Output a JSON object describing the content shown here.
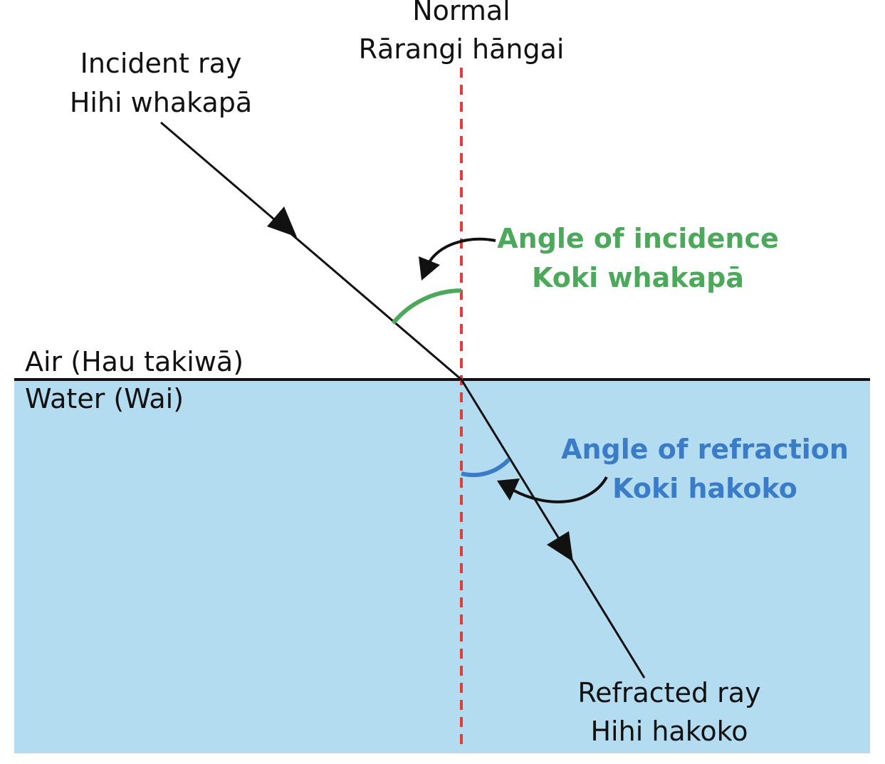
{
  "normal": {
    "label_en": "Normal",
    "label_mi": "Rārangi hāngai",
    "color": "#e03c3c"
  },
  "incident_ray": {
    "label_en": "Incident ray",
    "label_mi": "Hihi whakapā"
  },
  "refracted_ray": {
    "label_en": "Refracted ray",
    "label_mi": "Hihi hakoko"
  },
  "angle_of_incidence": {
    "label_en": "Angle of incidence",
    "label_mi": "Koki whakapā",
    "color": "#4ca85a"
  },
  "angle_of_refraction": {
    "label_en": "Angle of refraction",
    "label_mi": "Koki hakoko",
    "color": "#3a7cc8"
  },
  "media": {
    "air_label": "Air (Hau takiwā)",
    "water_label": "Water (Wai)",
    "water_color": "#b3dcf0"
  }
}
